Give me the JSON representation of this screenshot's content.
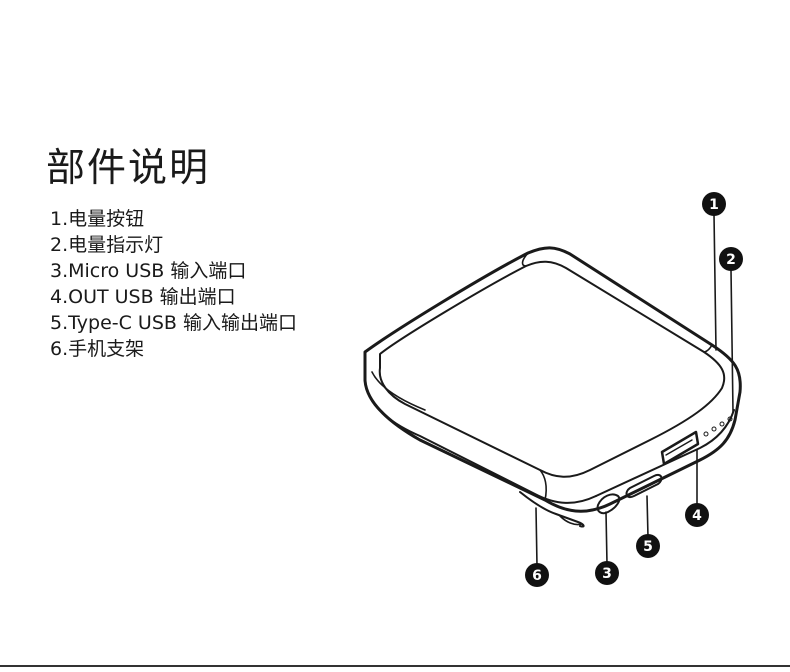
{
  "title": "部件说明",
  "parts": [
    "1.电量按钮",
    "2.电量指示灯",
    "3.Micro USB 输入端口",
    "4.OUT USB 输出端口",
    "5.Type-C USB 输入输出端口",
    "6.手机支架"
  ],
  "callouts": [
    "1",
    "2",
    "3",
    "4",
    "5",
    "6"
  ],
  "colors": {
    "ink": "#1a1a1a",
    "callout_fill": "#111111"
  }
}
